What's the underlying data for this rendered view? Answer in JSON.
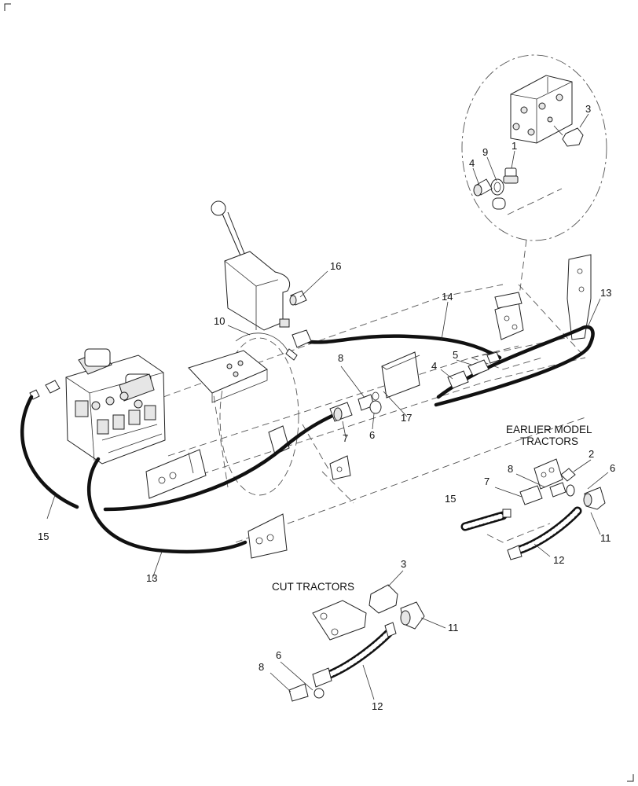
{
  "headings": {
    "earlier_line1": "EARLIER MODEL",
    "earlier_line2": "TRACTORS",
    "cut": "CUT TRACTORS"
  },
  "callouts": {
    "c3a": "3",
    "c1": "1",
    "c9": "9",
    "c4a": "4",
    "c16": "16",
    "c14": "14",
    "c13a": "13",
    "c10": "10",
    "c8a": "8",
    "c5": "5",
    "c4b": "4",
    "c17": "17",
    "c6a": "6",
    "c7a": "7",
    "c15a": "15",
    "c13b": "13",
    "c2": "2",
    "c6b": "6",
    "c8b": "8",
    "c7b": "7",
    "c15b": "15",
    "c11a": "11",
    "c12a": "12",
    "c3b": "3",
    "c11b": "11",
    "c6c": "6",
    "c8c": "8",
    "c12b": "12"
  }
}
